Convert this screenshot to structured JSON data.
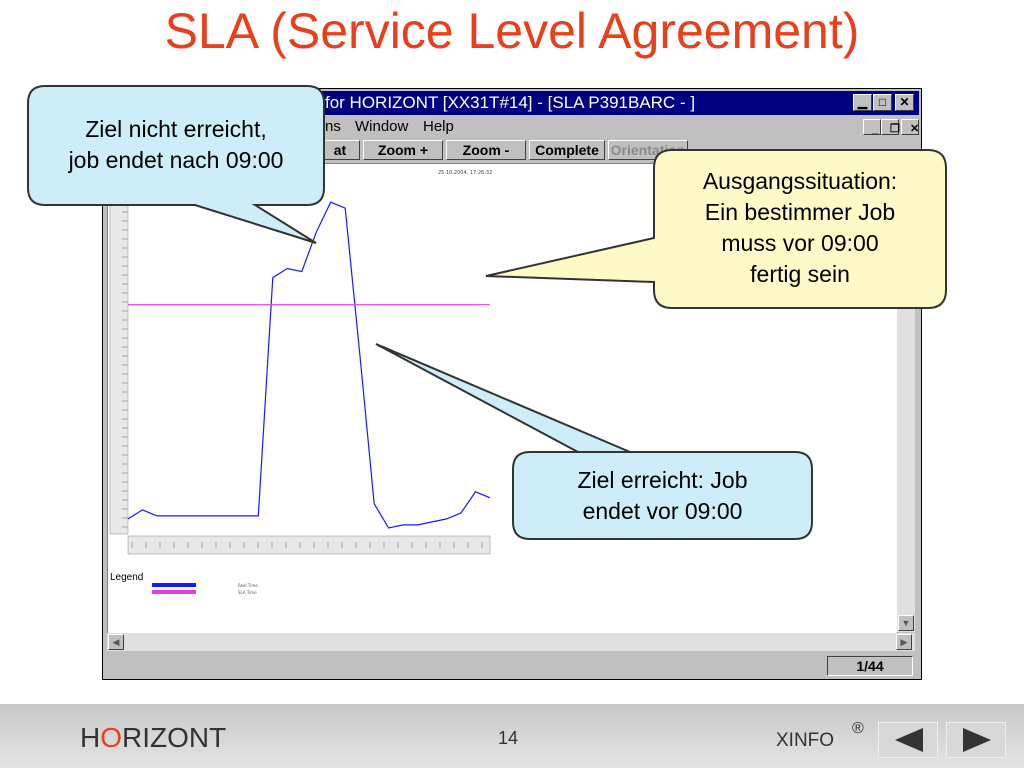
{
  "slide": {
    "title": "SLA (Service Level Agreement)"
  },
  "window": {
    "title": "for HORIZONT [XX31T#14] - [SLA P391BARC - ]",
    "menu": {
      "item1": "ns",
      "window": "Window",
      "help": "Help"
    },
    "toolbar": {
      "b1": "at",
      "zoom_in": "Zoom +",
      "zoom_out": "Zoom -",
      "complete": "Complete",
      "orientation": "Orientation"
    },
    "chart_header": "25.10.2004, 17:26:32",
    "legend": {
      "label": "Legend",
      "item1": "Real Time",
      "item2": "SLA Time"
    },
    "status": {
      "page": "1/44"
    }
  },
  "callouts": {
    "top_left": {
      "line1": "Ziel nicht erreicht,",
      "line2": "job endet nach 09:00"
    },
    "right": {
      "line1": "Ausgangssituation:",
      "line2": "Ein bestimmer Job",
      "line3": "muss vor 09:00",
      "line4": "fertig sein"
    },
    "bottom": {
      "line1": "Ziel erreicht: Job",
      "line2": "endet vor 09:00"
    }
  },
  "footer": {
    "brand_h": "H",
    "brand_o": "O",
    "brand_rest": "RIZONT",
    "page": "14",
    "product": "XINFO",
    "registered": "®"
  },
  "colors": {
    "title": "#e8401c",
    "titlebar": "#000080",
    "real_line": "#1a1aff",
    "sla_line": "#e040e0",
    "callout_blue": "#cdeef8",
    "callout_yellow": "#fff9c8"
  },
  "chart_data": {
    "type": "line",
    "x": [
      0,
      1,
      2,
      3,
      4,
      5,
      6,
      7,
      8,
      9,
      10,
      11,
      12,
      13,
      14,
      15,
      16,
      17,
      18,
      19,
      20,
      21,
      22,
      23,
      24,
      25
    ],
    "series": [
      {
        "values": [
          5,
          8,
          6,
          6,
          6,
          6,
          6,
          6,
          6,
          6,
          85,
          88,
          87,
          100,
          110,
          108,
          60,
          10,
          2,
          3,
          3,
          4,
          5,
          7,
          14,
          12
        ]
      },
      {
        "values": [
          76,
          76,
          76,
          76,
          76,
          76,
          76,
          76,
          76,
          76,
          76,
          76,
          76,
          76,
          76,
          76,
          76,
          76,
          76,
          76,
          76,
          76,
          76,
          76,
          76,
          76
        ]
      }
    ],
    "ylim": [
      0,
      120
    ]
  }
}
